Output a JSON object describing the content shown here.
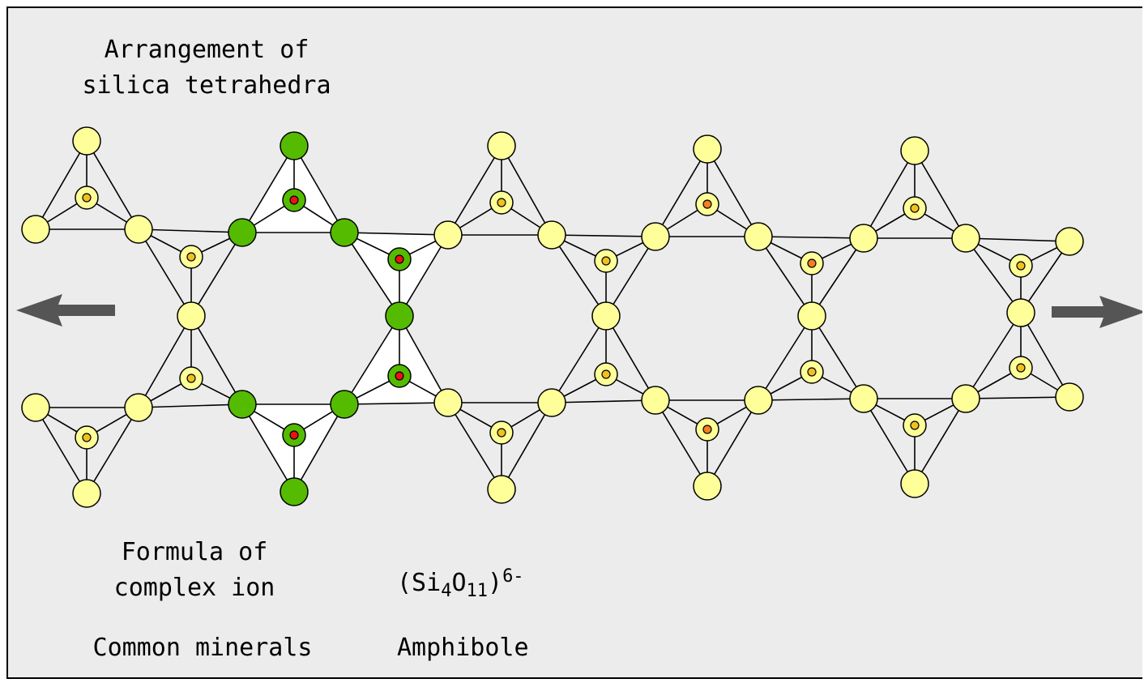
{
  "labels": {
    "arrangement_line1": "Arrangement of",
    "arrangement_line2": "silica tetrahedra",
    "formula_line1": "Formula of",
    "formula_line2": "complex ion",
    "formula_si": "(Si",
    "formula_si_sub": "4",
    "formula_o": "O",
    "formula_o_sub": "11",
    "formula_close": ")",
    "formula_charge": "6-",
    "minerals_label": "Common minerals",
    "minerals_value": "Amphibole"
  },
  "colors": {
    "background": "#ececec",
    "oxygen": "#ffff99",
    "highlight_oxygen": "#55bb00",
    "silicon_yellow": "#f0c020",
    "silicon_orange": "#f08020",
    "silicon_red": "#ee1111",
    "arrow": "#555555"
  },
  "icons": {
    "left_arrow": "left-arrow-icon",
    "right_arrow": "right-arrow-icon"
  }
}
